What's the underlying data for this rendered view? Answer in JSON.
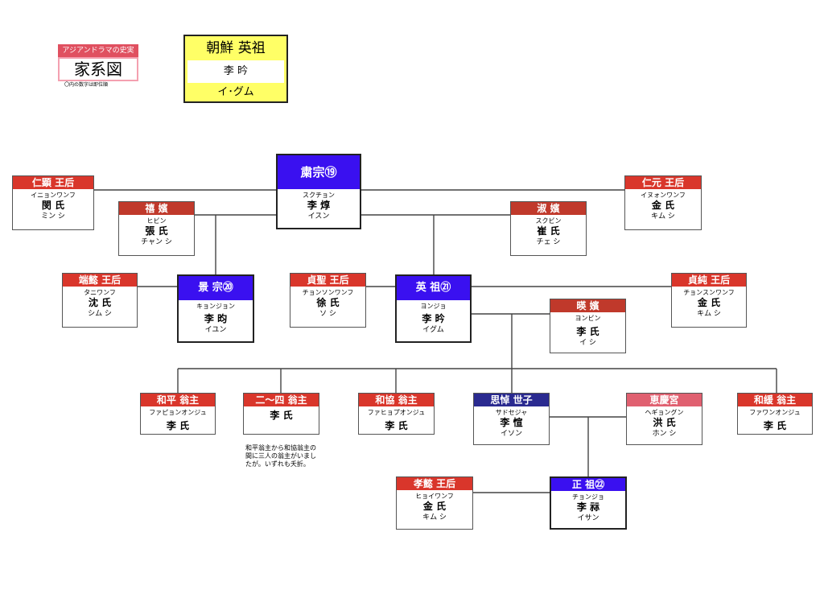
{
  "brand": {
    "series_label": "アジアンドラマの史実",
    "title": "家系図",
    "note": "〇内の数字は即位順"
  },
  "title_box": {
    "line1": "朝鮮 英祖",
    "line2": "李 昑",
    "line3": "イ･グム"
  },
  "people": {
    "sukjong": {
      "header": "粛宗⑲",
      "kana": "スクチョン",
      "name": "李 焞",
      "kana2": "イスン"
    },
    "queen_injeon": {
      "header": "仁顕 王后",
      "kana": "イニョンワンフ",
      "name": "閔 氏",
      "kana2": "ミン シ"
    },
    "queen_inwon": {
      "header": "仁元 王后",
      "kana": "イヌォンワンフ",
      "name": "金 氏",
      "kana2": "キム シ"
    },
    "huibin": {
      "header": "禧 嬪",
      "kana": "ヒビン",
      "name": "張 氏",
      "kana2": "チャン シ"
    },
    "sukbin": {
      "header": "淑 嬪",
      "kana": "スクビン",
      "name": "崔 氏",
      "kana2": "チェ シ"
    },
    "queen_danui": {
      "header": "端懿 王后",
      "kana": "タニワンフ",
      "name": "沈 氏",
      "kana2": "シム シ"
    },
    "gyeongjong": {
      "header": "景 宗⑳",
      "kana": "キョンジョン",
      "name": "李 昀",
      "kana2": "イユン"
    },
    "queen_jeongseong": {
      "header": "貞聖 王后",
      "kana": "チョンソンワンフ",
      "name": "徐 氏",
      "kana2": "ソ シ"
    },
    "yeongjo": {
      "header": "英 祖㉑",
      "kana": "ヨンジョ",
      "name": "李 昑",
      "kana2": "イグム"
    },
    "queen_jeongsun": {
      "header": "貞純 王后",
      "kana": "チョンスンワンフ",
      "name": "金 氏",
      "kana2": "キム シ"
    },
    "yeongbin": {
      "header": "暎 嬪",
      "kana": "ヨンビン",
      "name": "李 氏",
      "kana2": "イ シ"
    },
    "hwapyeong": {
      "header": "和平 翁主",
      "kana": "ファピョンオンジュ",
      "name": "李 氏"
    },
    "ni_shi": {
      "header": "二～四 翁主",
      "kana": "",
      "name": "李 氏"
    },
    "hwahyeop": {
      "header": "和協 翁主",
      "kana": "ファヒョプオンジュ",
      "name": "李 氏"
    },
    "sado": {
      "header": "思悼 世子",
      "kana": "サドセジャ",
      "name": "李 愃",
      "kana2": "イソン"
    },
    "hyegyeong": {
      "header": "恵慶宮",
      "kana": "ヘギョングン",
      "name": "洪 氏",
      "kana2": "ホン シ"
    },
    "hwawan": {
      "header": "和緩 翁主",
      "kana": "ファワンオンジュ",
      "name": "李 氏"
    },
    "queen_hyoui": {
      "header": "孝懿 王后",
      "kana": "ヒョイワンフ",
      "name": "金 氏",
      "kana2": "キム シ"
    },
    "jeongjo": {
      "header": "正 祖㉒",
      "kana": "チョンジョ",
      "name": "李 祘",
      "kana2": "イサン"
    }
  },
  "footnote": "和平翁主から和協翁主の間に三人の翁主がいましたが。いずれも夭折。",
  "colors": {
    "queen": "#d9362b",
    "concubine": "#c0392b",
    "king": "#3a10f0",
    "crown_prince": "#2a2a90",
    "hyegyeong": "#e06070",
    "title_yellow": "#ffff66"
  }
}
